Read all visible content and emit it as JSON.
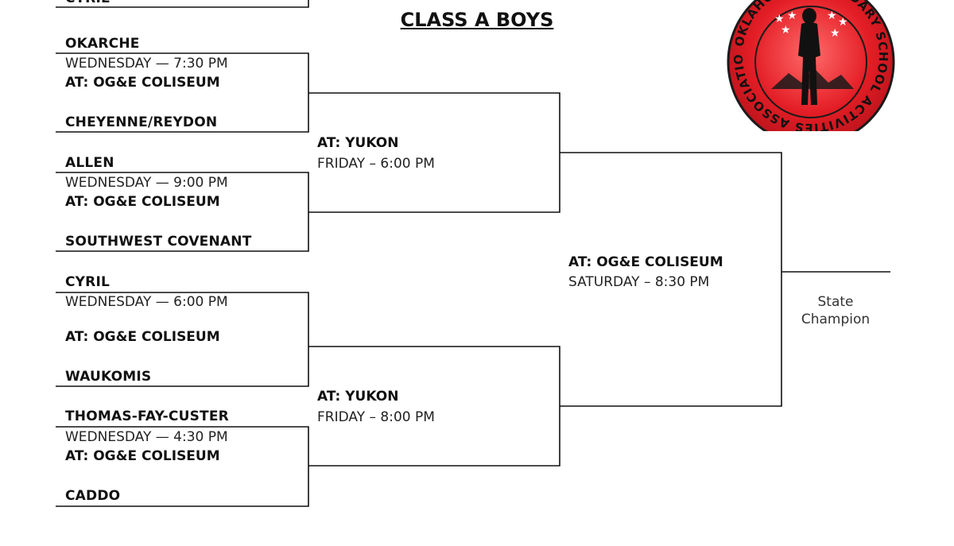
{
  "title": "CLASS A BOYS",
  "top_cut_text": "CYRIL",
  "logo": {
    "text": "OKLAHOMA SECONDARY SCHOOL ACTIVITIES ASSOCIATION",
    "colors": {
      "ring": "#e31d25",
      "outline": "#1a1a1a",
      "figure": "#111111",
      "stars": "#ffffff"
    }
  },
  "quarterfinals": [
    {
      "team_top": "OKARCHE",
      "schedule": "WEDNESDAY — 7:30 PM",
      "venue": "AT:  OG&E COLISEUM",
      "team_bottom": "CHEYENNE/REYDON"
    },
    {
      "team_top": "ALLEN",
      "schedule": "WEDNESDAY — 9:00 PM",
      "venue": "AT:  OG&E COLISEUM",
      "team_bottom": "SOUTHWEST COVENANT"
    },
    {
      "team_top": "CYRIL",
      "schedule": "WEDNESDAY — 6:00 PM",
      "venue": "AT:  OG&E COLISEUM",
      "team_bottom": "WAUKOMIS"
    },
    {
      "team_top": "THOMAS-FAY-CUSTER",
      "schedule": "WEDNESDAY — 4:30 PM",
      "venue": "AT:  OG&E COLISEUM",
      "team_bottom": "CADDO"
    }
  ],
  "semifinals": [
    {
      "venue": "AT:   YUKON",
      "schedule": "FRIDAY – 6:00 PM"
    },
    {
      "venue": "AT:  YUKON",
      "schedule": "FRIDAY – 8:00 PM"
    }
  ],
  "final": {
    "venue": "AT:  OG&E COLISEUM",
    "schedule": "SATURDAY – 8:30 PM"
  },
  "champion_label": "State Champion"
}
